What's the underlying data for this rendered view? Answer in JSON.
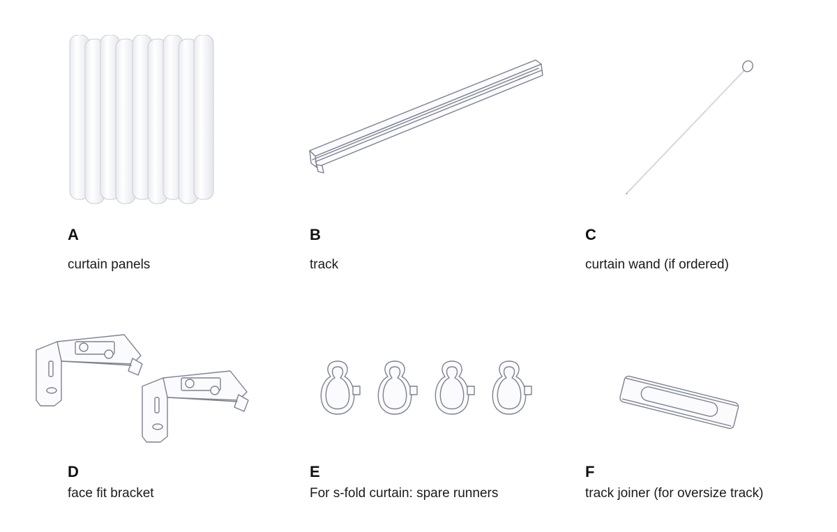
{
  "parts": [
    {
      "letter": "A",
      "caption": "curtain panels",
      "icon": "curtain-panels-icon"
    },
    {
      "letter": "B",
      "caption": "track",
      "icon": "track-icon"
    },
    {
      "letter": "C",
      "caption": "curtain wand (if ordered)",
      "icon": "curtain-wand-icon"
    },
    {
      "letter": "D",
      "caption": "face fit bracket",
      "icon": "face-fit-bracket-icon"
    },
    {
      "letter": "E",
      "caption": "For s-fold curtain: spare runners",
      "icon": "spare-runners-icon"
    },
    {
      "letter": "F",
      "caption": "track joiner (for oversize track)",
      "icon": "track-joiner-icon"
    }
  ],
  "colors": {
    "line": "#7c8192",
    "text": "#1a1a1a"
  }
}
